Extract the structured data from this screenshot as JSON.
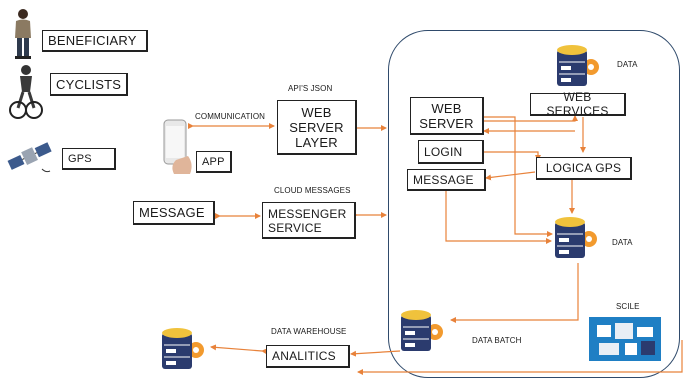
{
  "actors": {
    "beneficiary": "BENEFICIARY",
    "cyclists": "CYCLISTS",
    "gps": "GPS"
  },
  "boxes": {
    "app": "APP",
    "web_server_layer": [
      "WEB",
      "SERVER",
      "LAYER"
    ],
    "message_left": "MESSAGE",
    "messenger_service": [
      "MESSENGER",
      "SERVICE"
    ],
    "web_server": [
      "WEB",
      "SERVER"
    ],
    "login": "LOGIN",
    "message_cloud": "MESSAGE",
    "web_services": "WEB SERVICES",
    "logica_gps": "LOGICA GPS",
    "analitics": "ANALITICS"
  },
  "labels": {
    "communication": "COMMUNICATION",
    "apis_json": "API'S JSON",
    "cloud_messages": "CLOUD MESSAGES",
    "data_warehouse": "DATA WAREHOUSE",
    "data_top": "DATA",
    "data_mid": "DATA",
    "data_batch": "DATA BATCH",
    "scile": "SCILE"
  },
  "colors": {
    "arrow": "#e8823a",
    "cloud_border": "#2f4a6b",
    "db_top": "#f0c23c",
    "db_body": "#2b3b6e",
    "gear": "#f29a2e"
  },
  "icons": [
    "person-icon",
    "cyclist-icon",
    "satellite-icon",
    "smartphone-icon",
    "database-icon",
    "dashboard-icon"
  ]
}
